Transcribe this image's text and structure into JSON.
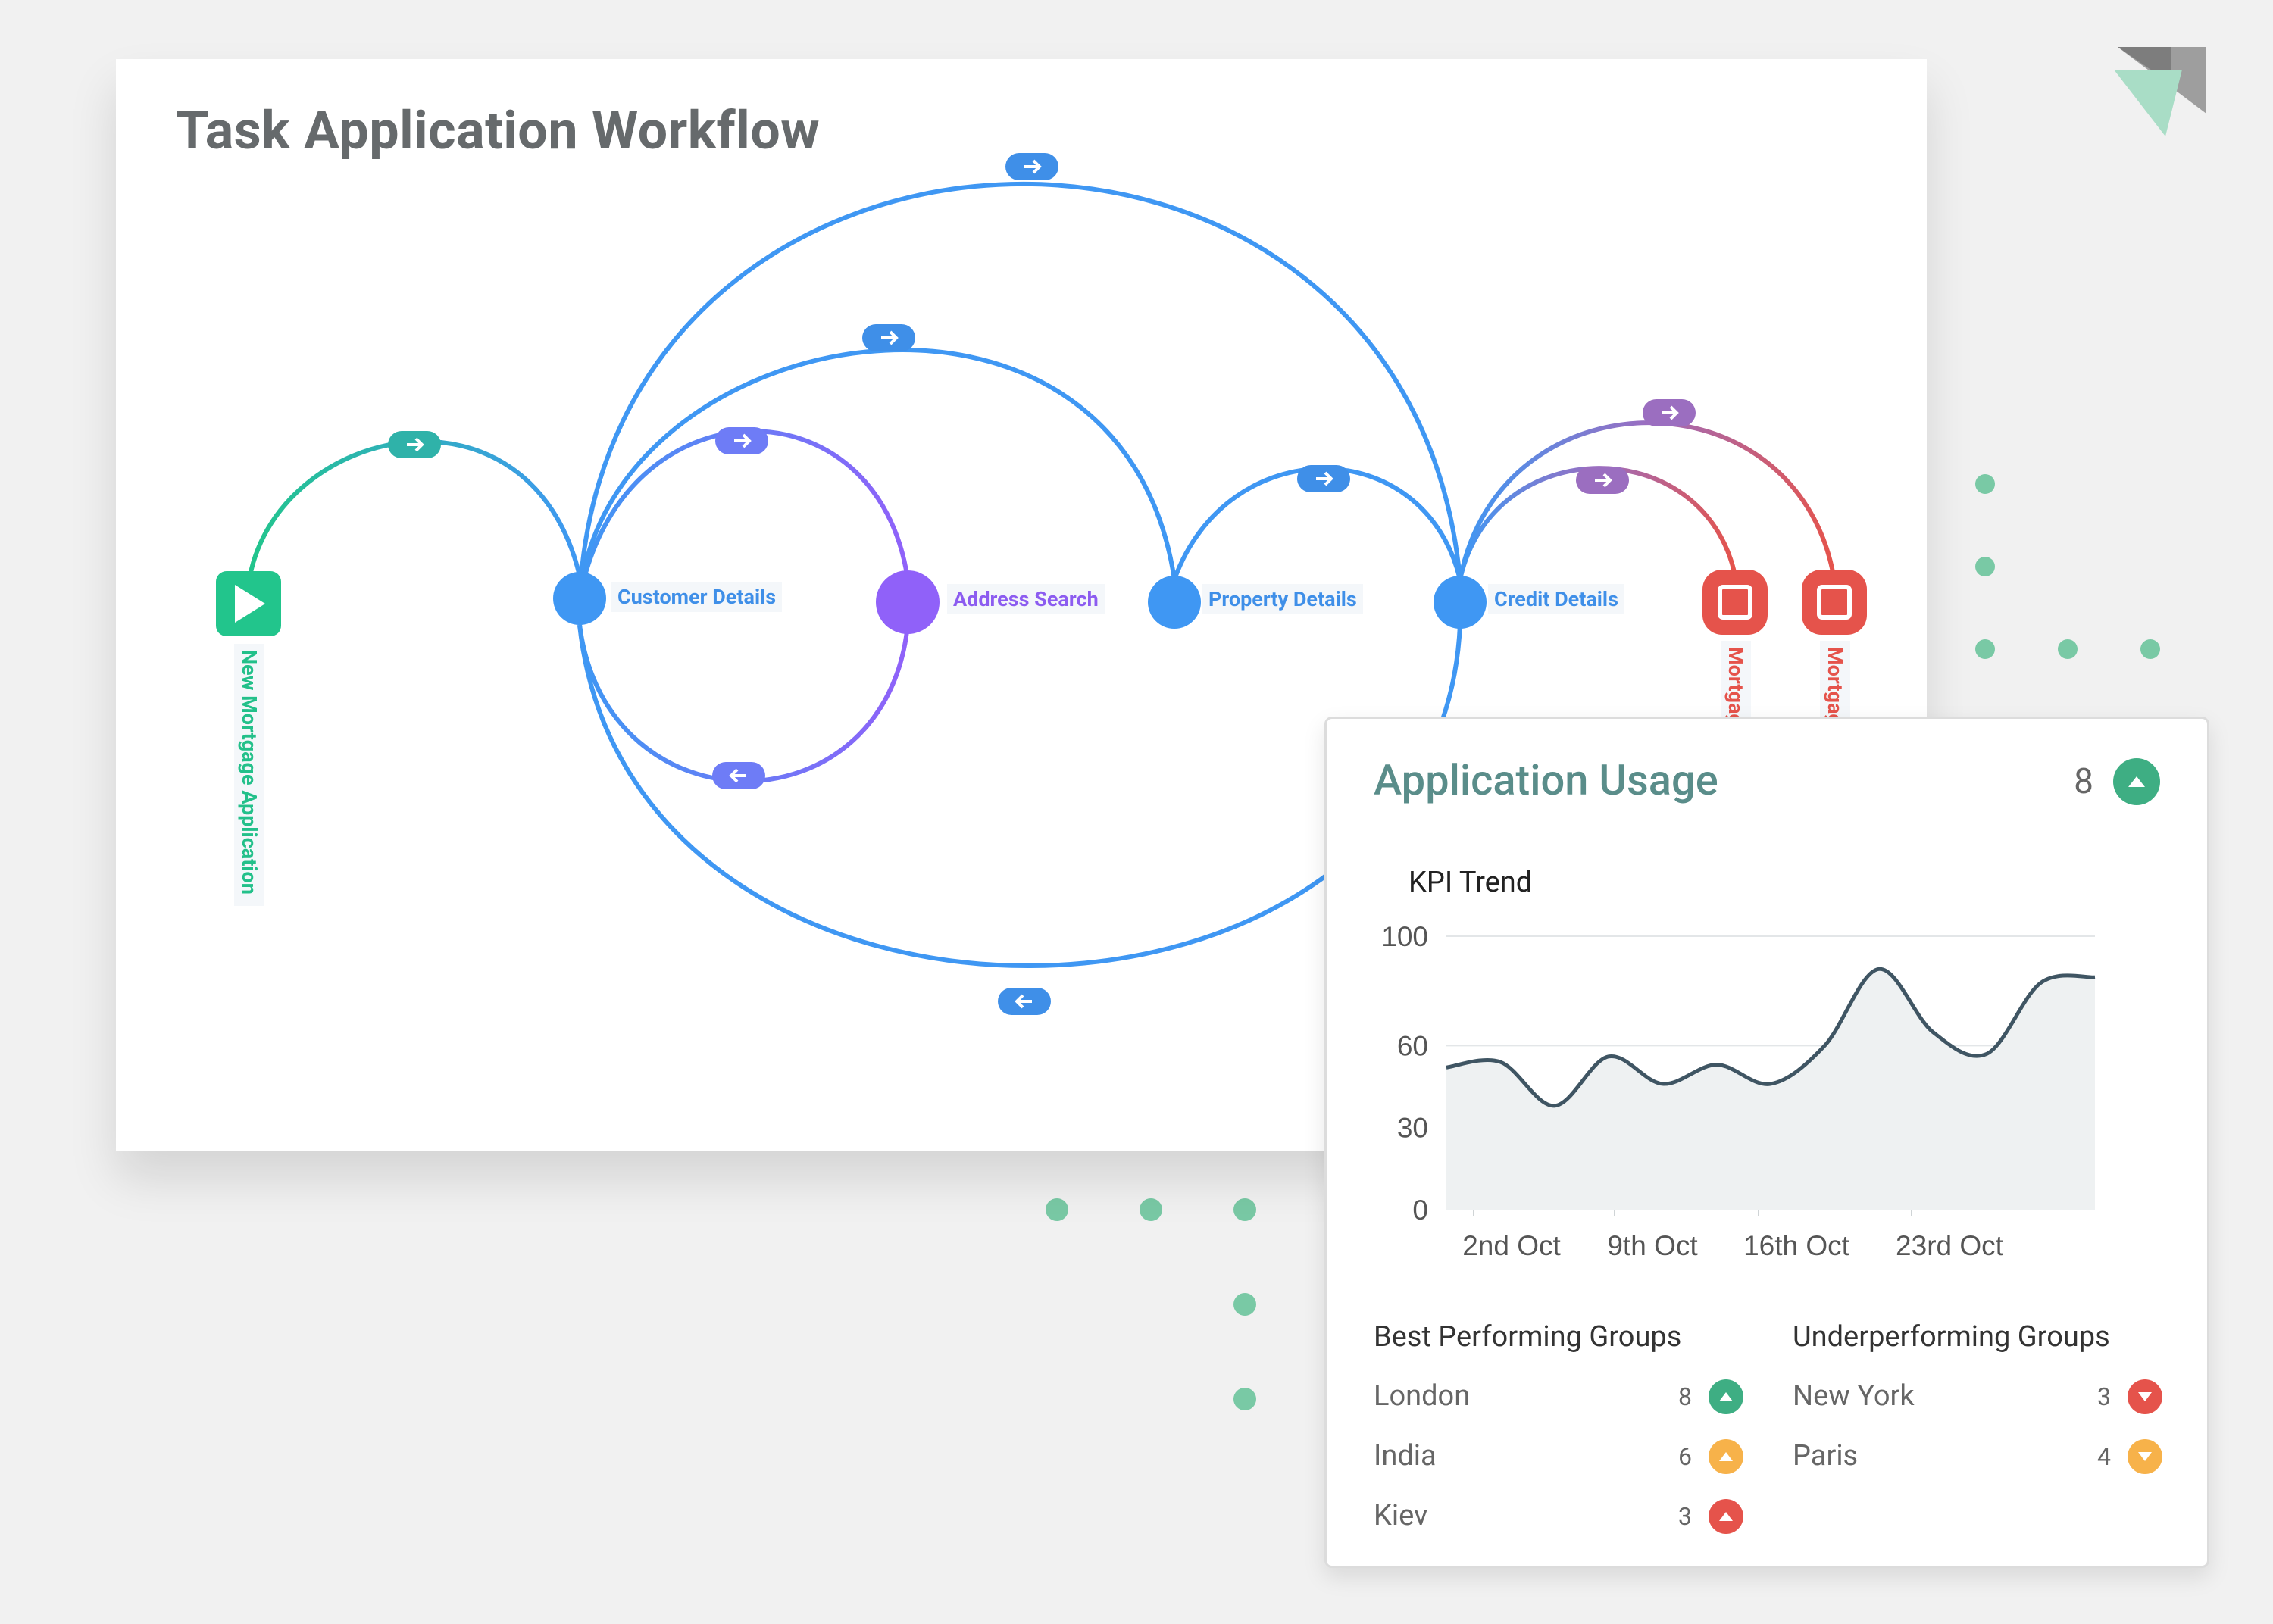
{
  "workflow": {
    "title": "Task Application Workflow",
    "nodes": [
      {
        "label": "New Mortgage Application",
        "color": "#22c58c"
      },
      {
        "label": "Customer Details",
        "color": "#3f97f3"
      },
      {
        "label": "Address Search",
        "color": "#9061f9"
      },
      {
        "label": "Property Details",
        "color": "#3f97f3"
      },
      {
        "label": "Credit Details",
        "color": "#3f97f3"
      },
      {
        "label": "Mortgage",
        "color": "#e5534b"
      },
      {
        "label": "Mortgage",
        "color": "#e5534b"
      }
    ],
    "colors": {
      "blue": "#3f97f3",
      "purple": "#9061f9",
      "green": "#22c58c",
      "red": "#e5534b"
    }
  },
  "usage": {
    "title": "Application Usage",
    "count": "8",
    "count_trend": "up",
    "kpi_title": "KPI Trend",
    "best": {
      "heading": "Best Performing Groups",
      "rows": [
        {
          "name": "London",
          "value": "8",
          "trend": "up",
          "color": "#3eae83"
        },
        {
          "name": "India",
          "value": "6",
          "trend": "up",
          "color": "#f7b24a"
        },
        {
          "name": "Kiev",
          "value": "3",
          "trend": "up",
          "color": "#e5534b"
        }
      ]
    },
    "under": {
      "heading": "Underperforming Groups",
      "rows": [
        {
          "name": "New York",
          "value": "3",
          "trend": "down",
          "color": "#e5534b"
        },
        {
          "name": "Paris",
          "value": "4",
          "trend": "down",
          "color": "#f7b24a"
        }
      ]
    }
  },
  "chart_data": {
    "type": "area",
    "title": "KPI Trend",
    "x": [
      "2nd Oct",
      "9th Oct",
      "16th Oct",
      "23rd Oct"
    ],
    "ylim": [
      0,
      100
    ],
    "yticks": [
      0,
      30,
      60,
      100
    ],
    "series": [
      {
        "values": [
          52,
          54,
          38,
          56,
          46,
          53,
          46,
          60,
          88,
          65,
          57,
          83,
          85
        ]
      }
    ],
    "grid": true
  }
}
